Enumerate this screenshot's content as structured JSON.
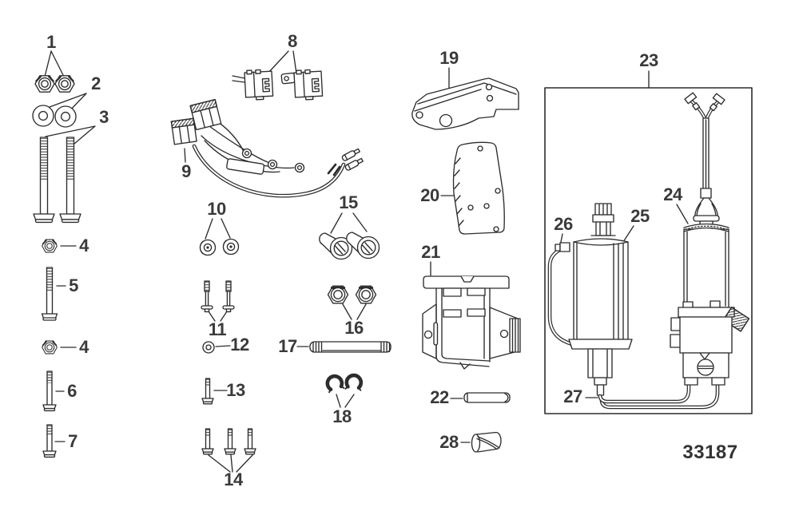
{
  "diagram": {
    "drawing_number": "33187",
    "labels": {
      "p1": "1",
      "p2": "2",
      "p3": "3",
      "p4a": "4",
      "p5": "5",
      "p4b": "4",
      "p6": "6",
      "p7": "7",
      "p8": "8",
      "p9": "9",
      "p10": "10",
      "p11": "11",
      "p12": "12",
      "p13": "13",
      "p14": "14",
      "p15": "15",
      "p16": "16",
      "p17": "17",
      "p18": "18",
      "p19": "19",
      "p20": "20",
      "p21": "21",
      "p22": "22",
      "p23": "23",
      "p24": "24",
      "p25": "25",
      "p26": "26",
      "p27": "27",
      "p28": "28"
    }
  }
}
